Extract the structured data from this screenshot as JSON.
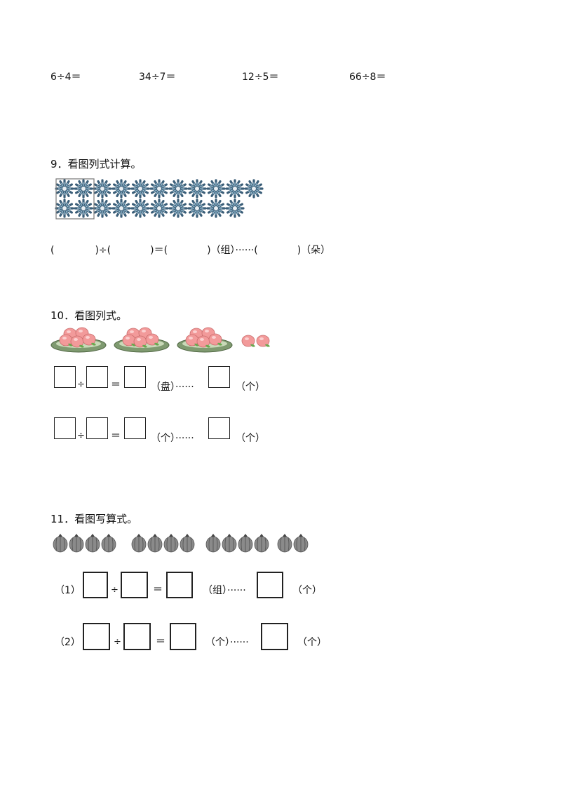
{
  "problem8": {
    "items": [
      "6÷4＝",
      "34÷7＝",
      "12÷5＝",
      "66÷8＝"
    ]
  },
  "problem9": {
    "title": "9．看图列式计算。",
    "expr": {
      "p1": "(",
      "div": ")÷(",
      "eq": ")＝(",
      "unit1": ")（组）······(",
      "unit2": ")（朵）"
    },
    "flower_count": 21
  },
  "problem10": {
    "title": "10．看图列式。",
    "row1": {
      "div": "÷",
      "eq": "＝",
      "unit1": "（盘）······",
      "unit2": "（个）"
    },
    "row2": {
      "div": "÷",
      "eq": "＝",
      "unit1": "（个）······",
      "unit2": "（个）"
    },
    "peach_plates": 3,
    "extra_peaches": 2
  },
  "problem11": {
    "title": "11．看图写算式。",
    "row1": {
      "label": "（1）",
      "div": "÷",
      "eq": "＝",
      "unit1": "（组）······",
      "unit2": "（个）"
    },
    "row2": {
      "label": "（2）",
      "div": "÷",
      "eq": "＝",
      "unit1": "（个）······",
      "unit2": "（个）"
    },
    "fruit_groups": [
      4,
      4,
      4,
      2
    ]
  }
}
